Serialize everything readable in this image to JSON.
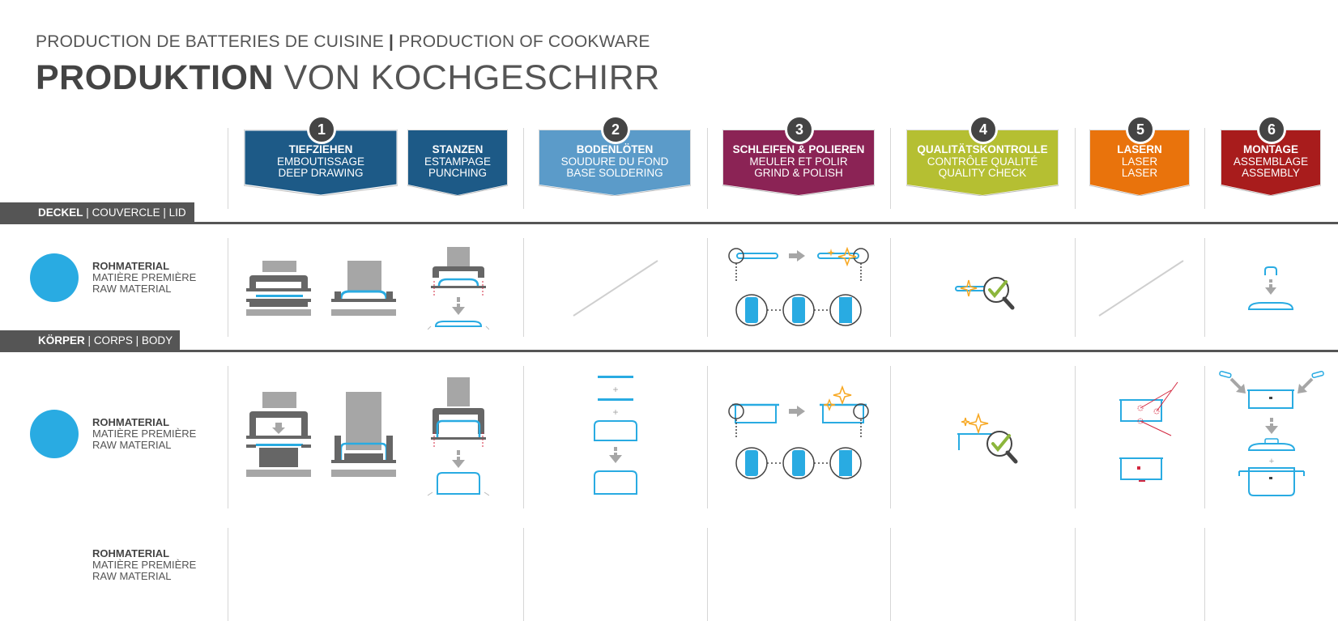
{
  "header": {
    "subtitle_fr": "PRODUCTION DE BATTERIES DE CUISINE",
    "subtitle_sep": "|",
    "subtitle_en": "PRODUCTION OF COOKWARE",
    "title_bold": "PRODUKTION",
    "title_rest": "VON KOCHGESCHIRR"
  },
  "steps": [
    {
      "number": "1",
      "de": "TIEFZIEHEN",
      "fr": "EMBOUTISSAGE",
      "en": "DEEP DRAWING",
      "color": "#1d5a87"
    },
    {
      "number": "",
      "de": "STANZEN",
      "fr": "ESTAMPAGE",
      "en": "PUNCHING",
      "color": "#1d5a87"
    },
    {
      "number": "2",
      "de": "BODENLÖTEN",
      "fr": "SOUDURE DU FOND",
      "en": "BASE SOLDERING",
      "color": "#5b9bc9"
    },
    {
      "number": "3",
      "de": "SCHLEIFEN & POLIEREN",
      "fr": "MEULER ET POLIR",
      "en": "GRIND & POLISH",
      "color": "#8b2355"
    },
    {
      "number": "4",
      "de": "QUALITÄTSKONTROLLE",
      "fr": "CONTRÔLE QUALITÉ",
      "en": "QUALITY CHECK",
      "color": "#b5bf32"
    },
    {
      "number": "5",
      "de": "LASERN",
      "fr": "LASER",
      "en": "LASER",
      "color": "#e9730c"
    },
    {
      "number": "6",
      "de": "MONTAGE",
      "fr": "ASSEMBLAGE",
      "en": "ASSEMBLY",
      "color": "#a81c1c"
    }
  ],
  "rows": {
    "lid": {
      "de": "DECKEL",
      "fr": "COUVERCLE",
      "en": "LID",
      "sep": "|"
    },
    "body": {
      "de": "KÖRPER",
      "fr": "CORPS",
      "en": "BODY",
      "sep": "|"
    }
  },
  "raw_material": {
    "de": "ROHMATERIAL",
    "fr": "MATIÈRE PREMIÈRE",
    "en": "RAW MATERIAL"
  },
  "colors": {
    "blue": "#29abe2",
    "gray": "#555555",
    "light_gray": "#a6a6a6",
    "spark": "#f7a823",
    "check": "#8cb63c",
    "laser": "#d3273f"
  }
}
